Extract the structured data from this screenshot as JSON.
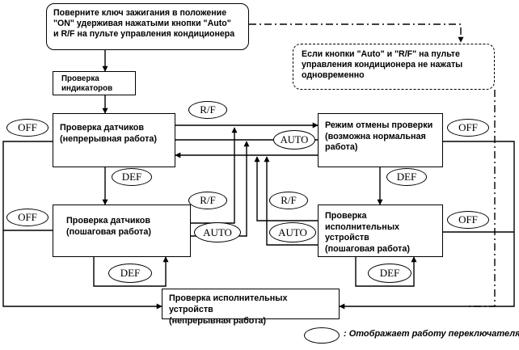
{
  "boxes": {
    "start": {
      "lines": [
        "Поверните ключ зажигания в положение",
        "\"ON\" удерживая нажатыми кнопки \"Auto\"",
        "и R/F на пульте управления кондиционера"
      ]
    },
    "not_pressed": {
      "lines": [
        "Если кнопки \"Auto\" и \"R/F\" на пульте",
        "управления кондиционера не нажаты",
        "одновременно"
      ]
    },
    "indicators": {
      "lines": [
        "Проверка",
        "индикаторов"
      ]
    },
    "sensors_cont": {
      "lines": [
        "Проверка датчиков",
        "(непрерывная работа)"
      ]
    },
    "cancel_mode": {
      "lines": [
        "Режим отмены проверки",
        "(возможна нормальная",
        "работа)"
      ]
    },
    "sensors_step": {
      "lines": [
        "Проверка датчиков",
        "(пошаговая работа)"
      ]
    },
    "actuators_step": {
      "lines": [
        "Проверка исполнительных",
        "устройств",
        "(пошаговая работа)"
      ]
    },
    "actuators_cont": {
      "lines": [
        "Проверка исполнительных устройств",
        "(непрерывная работа)"
      ]
    }
  },
  "switches": {
    "off_1": "OFF",
    "off_2": "OFF",
    "off_3": "OFF",
    "off_4": "OFF",
    "rf_1": "R/F",
    "rf_2": "R/F",
    "rf_3": "R/F",
    "auto_1": "AUTO",
    "auto_2": "AUTO",
    "auto_3": "AUTO",
    "def_1": "DEF",
    "def_2": "DEF",
    "def_3": "DEF",
    "def_4": "DEF"
  },
  "legend": {
    "text": ": Отображает работу переключателя"
  }
}
